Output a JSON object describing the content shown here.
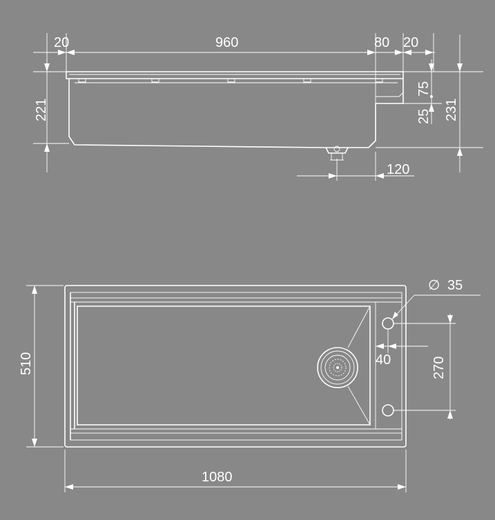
{
  "side_view": {
    "dim_left_flange": "20",
    "dim_width": "960",
    "dim_deck": "80",
    "dim_right_flange": "20",
    "dim_depth": "221",
    "dim_deck_height": "75",
    "dim_step": "25",
    "dim_total_height": "231",
    "dim_drain_offset": "120"
  },
  "top_view": {
    "dim_tap_hole_diameter_symbol": "∅",
    "dim_tap_hole_diameter": "35",
    "dim_hole_spacing": "270",
    "dim_hole_inset": "40",
    "dim_depth": "510",
    "dim_length": "1080"
  },
  "colors": {
    "background": "#888888",
    "lines": "#ffffff"
  }
}
